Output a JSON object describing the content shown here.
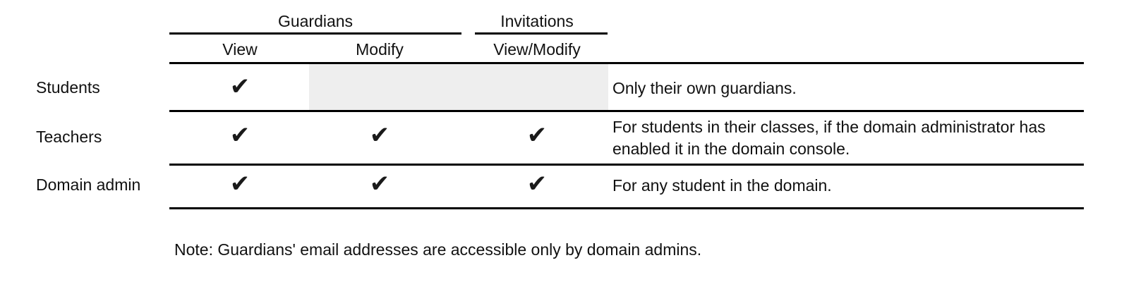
{
  "table": {
    "column_groups": [
      {
        "label": "Guardians",
        "span": 2
      },
      {
        "label": "Invitations",
        "span": 1
      }
    ],
    "columns": [
      {
        "key": "row_label",
        "label": ""
      },
      {
        "key": "guardians_view",
        "label": "View"
      },
      {
        "key": "guardians_modify",
        "label": "Modify"
      },
      {
        "key": "invitations_view_modify",
        "label": "View/Modify"
      },
      {
        "key": "notes",
        "label": ""
      }
    ],
    "check_glyph": "✔",
    "rows": [
      {
        "label": "Students",
        "guardians_view": "✔",
        "guardians_modify": "",
        "invitations_view_modify": "",
        "shaded": true,
        "notes": "Only their own guardians."
      },
      {
        "label": "Teachers",
        "guardians_view": "✔",
        "guardians_modify": "✔",
        "invitations_view_modify": "✔",
        "shaded": false,
        "notes": "For students in their classes, if the domain administrator has enabled it in the domain console."
      },
      {
        "label": "Domain admin",
        "guardians_view": "✔",
        "guardians_modify": "✔",
        "invitations_view_modify": "✔",
        "shaded": false,
        "notes": "For any student in the domain."
      }
    ]
  },
  "footnote": {
    "text": "Note: Guardians' email addresses are accessible only by domain admins."
  },
  "colors": {
    "rule": "#000000",
    "text": "#111111",
    "shaded_cell": "#eeeeee",
    "background": "#ffffff"
  }
}
